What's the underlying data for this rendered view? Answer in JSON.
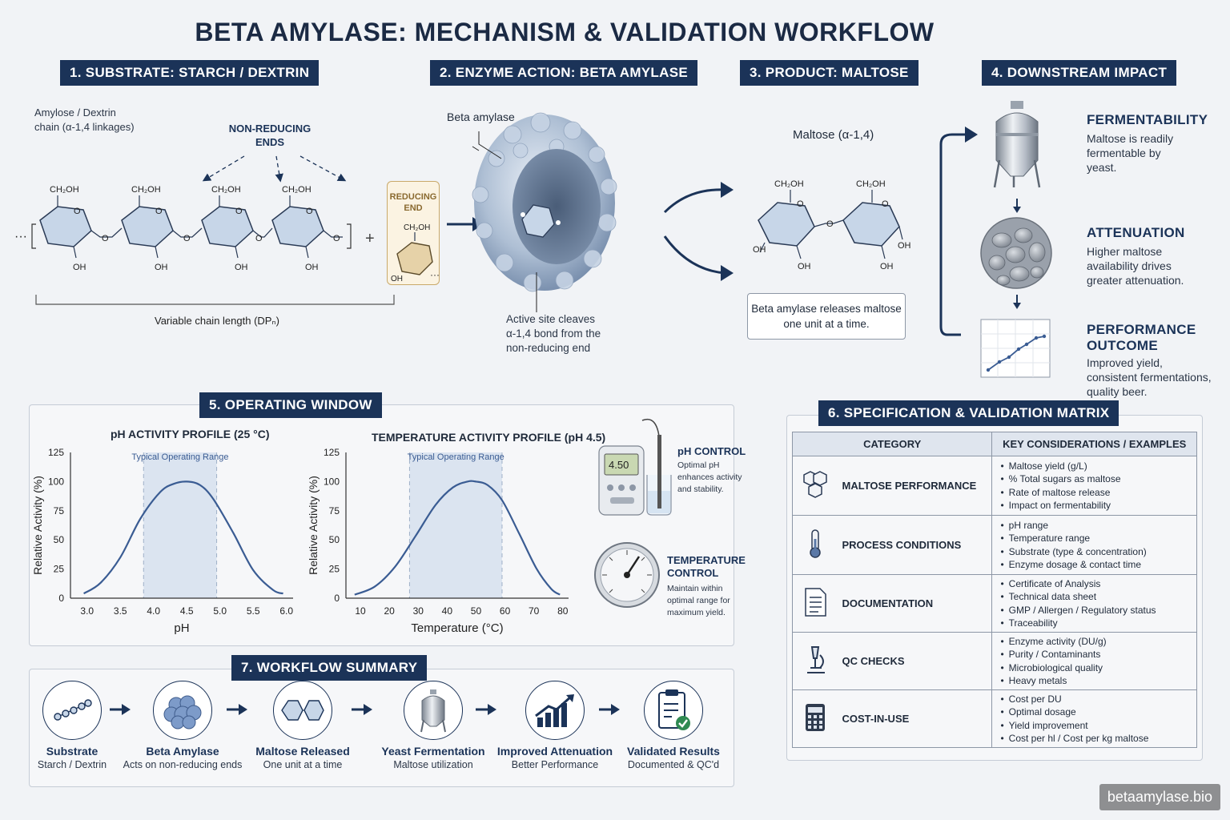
{
  "title": "BETA AMYLASE: MECHANISM & VALIDATION WORKFLOW",
  "sections": {
    "s1": "1. SUBSTRATE: STARCH / DEXTRIN",
    "s2": "2. ENZYME ACTION: BETA AMYLASE",
    "s3": "3. PRODUCT: MALTOSE",
    "s4": "4. DOWNSTREAM IMPACT",
    "s5": "5. OPERATING WINDOW",
    "s6": "6. SPECIFICATION & VALIDATION MATRIX",
    "s7": "7. WORKFLOW SUMMARY"
  },
  "substrate": {
    "chain_label_1": "Amylose / Dextrin",
    "chain_label_2": "chain (α-1,4 linkages)",
    "nonreducing_1": "NON-REDUCING",
    "nonreducing_2": "ENDS",
    "reducing_1": "REDUCING",
    "reducing_2": "END",
    "ch2oh": "CH₂OH",
    "oh": "OH",
    "o": "O",
    "ellipsis": "···",
    "plus": "+",
    "chain_length": "Variable chain length (DPₙ)"
  },
  "enzyme": {
    "label": "Beta amylase",
    "active_1": "Active site cleaves",
    "active_2": "α-1,4 bond from the",
    "active_3": "non-reducing end"
  },
  "product": {
    "label": "Maltose (α-1,4)",
    "note_1": "Beta amylase releases maltose",
    "note_2": "one unit at a time."
  },
  "downstream": [
    {
      "title": "FERMENTABILITY",
      "lines": [
        "Maltose is readily",
        "fermentable by",
        "yeast."
      ]
    },
    {
      "title": "ATTENUATION",
      "lines": [
        "Higher maltose",
        "availability drives",
        "greater attenuation."
      ]
    },
    {
      "title_1": "PERFORMANCE",
      "title_2": "OUTCOME",
      "lines": [
        "Improved yield,",
        "consistent fermentations,",
        "quality beer."
      ]
    }
  ],
  "operating": {
    "controls": [
      {
        "title": "pH CONTROL",
        "lines": [
          "Optimal pH",
          "enhances activity",
          "and stability."
        ],
        "meter_value": "4.50"
      },
      {
        "title_1": "TEMPERATURE",
        "title_2": "CONTROL",
        "lines": [
          "Maintain within",
          "optimal range for",
          "maximum yield."
        ]
      }
    ]
  },
  "chart_data": [
    {
      "type": "line",
      "title": "pH ACTIVITY PROFILE (25 °C)",
      "xlabel": "pH",
      "ylabel": "Relative Activity (%)",
      "xticks": [
        3.0,
        3.5,
        4.0,
        4.5,
        5.0,
        5.5,
        6.0
      ],
      "yticks": [
        0,
        25,
        50,
        75,
        100,
        125
      ],
      "xlim": [
        2.75,
        6.1
      ],
      "ylim": [
        0,
        125
      ],
      "band": {
        "label": "Typical Operating Range",
        "from": 3.85,
        "to": 4.95
      },
      "x": [
        2.95,
        3.2,
        3.5,
        3.8,
        4.1,
        4.3,
        4.5,
        4.7,
        4.9,
        5.2,
        5.5,
        5.8,
        5.95
      ],
      "values": [
        4,
        13,
        35,
        68,
        91,
        98,
        100,
        97,
        85,
        56,
        24,
        7,
        4
      ]
    },
    {
      "type": "line",
      "title": "TEMPERATURE ACTIVITY PROFILE (pH 4.5)",
      "xlabel": "Temperature (°C)",
      "ylabel": "Relative Activity (%)",
      "xticks": [
        10,
        20,
        30,
        40,
        50,
        60,
        70,
        80
      ],
      "yticks": [
        0,
        25,
        50,
        75,
        100,
        125
      ],
      "xlim": [
        5,
        82
      ],
      "ylim": [
        0,
        125
      ],
      "band": {
        "label": "Typical Operating Range",
        "from": 27,
        "to": 59
      },
      "x": [
        8,
        15,
        22,
        29,
        36,
        42,
        47,
        50,
        54,
        59,
        65,
        71,
        76,
        79
      ],
      "values": [
        3,
        10,
        27,
        53,
        80,
        95,
        100,
        100,
        97,
        84,
        55,
        25,
        8,
        3
      ]
    }
  ],
  "matrix": {
    "head_category": "CATEGORY",
    "head_key": "KEY CONSIDERATIONS / EXAMPLES",
    "rows": [
      {
        "icon": "hexagon-molecule-icon",
        "category": "MALTOSE PERFORMANCE",
        "items": [
          "Maltose yield (g/L)",
          "% Total sugars as maltose",
          "Rate of maltose release",
          "Impact on fermentability"
        ]
      },
      {
        "icon": "thermometer-icon",
        "category": "PROCESS CONDITIONS",
        "items": [
          "pH range",
          "Temperature range",
          "Substrate (type & concentration)",
          "Enzyme dosage & contact time"
        ]
      },
      {
        "icon": "document-icon",
        "category": "DOCUMENTATION",
        "items": [
          "Certificate of Analysis",
          "Technical data sheet",
          "GMP / Allergen / Regulatory status",
          "Traceability"
        ]
      },
      {
        "icon": "microscope-icon",
        "category": "QC CHECKS",
        "items": [
          "Enzyme activity (DU/g)",
          "Purity / Contaminants",
          "Microbiological quality",
          "Heavy metals"
        ]
      },
      {
        "icon": "calculator-icon",
        "category": "COST-IN-USE",
        "items": [
          "Cost per DU",
          "Optimal dosage",
          "Yield improvement",
          "Cost per hl / Cost per kg maltose"
        ]
      }
    ]
  },
  "workflow": [
    {
      "icon": "chain-icon",
      "title": "Substrate",
      "sub": "Starch / Dextrin"
    },
    {
      "icon": "enzyme-cluster-icon",
      "title": "Beta Amylase",
      "sub": "Acts on non-reducing ends"
    },
    {
      "icon": "maltose-icon",
      "title": "Maltose Released",
      "sub": "One unit at a time"
    },
    {
      "icon": "fermenter-icon",
      "title": "Yeast Fermentation",
      "sub": "Maltose utilization"
    },
    {
      "icon": "growth-chart-icon",
      "title": "Improved Attenuation",
      "sub": "Better Performance"
    },
    {
      "icon": "clipboard-check-icon",
      "title": "Validated Results",
      "sub": "Documented & QC'd"
    }
  ],
  "watermark": "betaamylase.bio",
  "colors": {
    "navy": "#1b3358",
    "sugar_fill": "#c7d6e8",
    "reducing_fill": "#e6d2a8",
    "band": "#dbe4f0",
    "line": "#3a5c93"
  }
}
